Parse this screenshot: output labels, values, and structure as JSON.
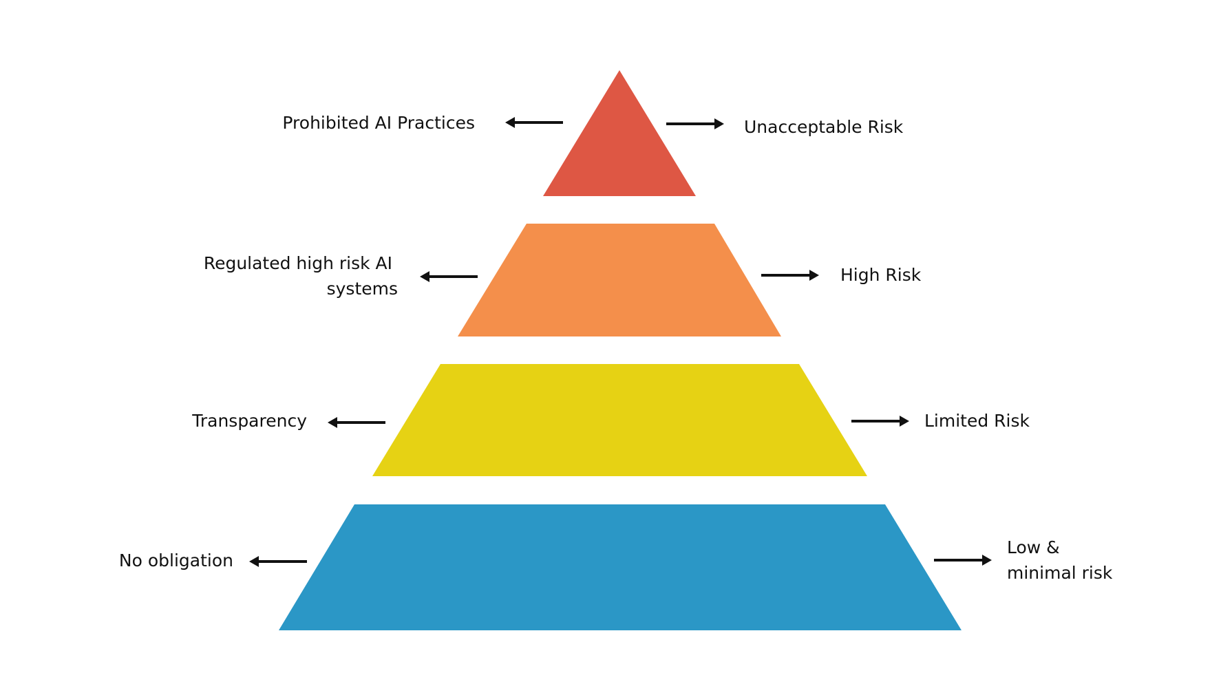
{
  "pyramid": {
    "tiers": [
      {
        "id": "unacceptable",
        "color": "#DE5744",
        "left_label": [
          "Prohibited AI Practices"
        ],
        "right_label": [
          "Unacceptable Risk"
        ]
      },
      {
        "id": "high",
        "color": "#F48F4B",
        "left_label": [
          "Regulated high risk AI",
          "systems"
        ],
        "right_label": [
          "High Risk"
        ]
      },
      {
        "id": "limited",
        "color": "#E6D214",
        "left_label": [
          "Transparency"
        ],
        "right_label": [
          "Limited Risk"
        ]
      },
      {
        "id": "minimal",
        "color": "#2B97C6",
        "left_label": [
          "No obligation"
        ],
        "right_label": [
          "Low &",
          "minimal risk"
        ]
      }
    ],
    "arrow_color": "#111111",
    "text_color": "#111111"
  }
}
